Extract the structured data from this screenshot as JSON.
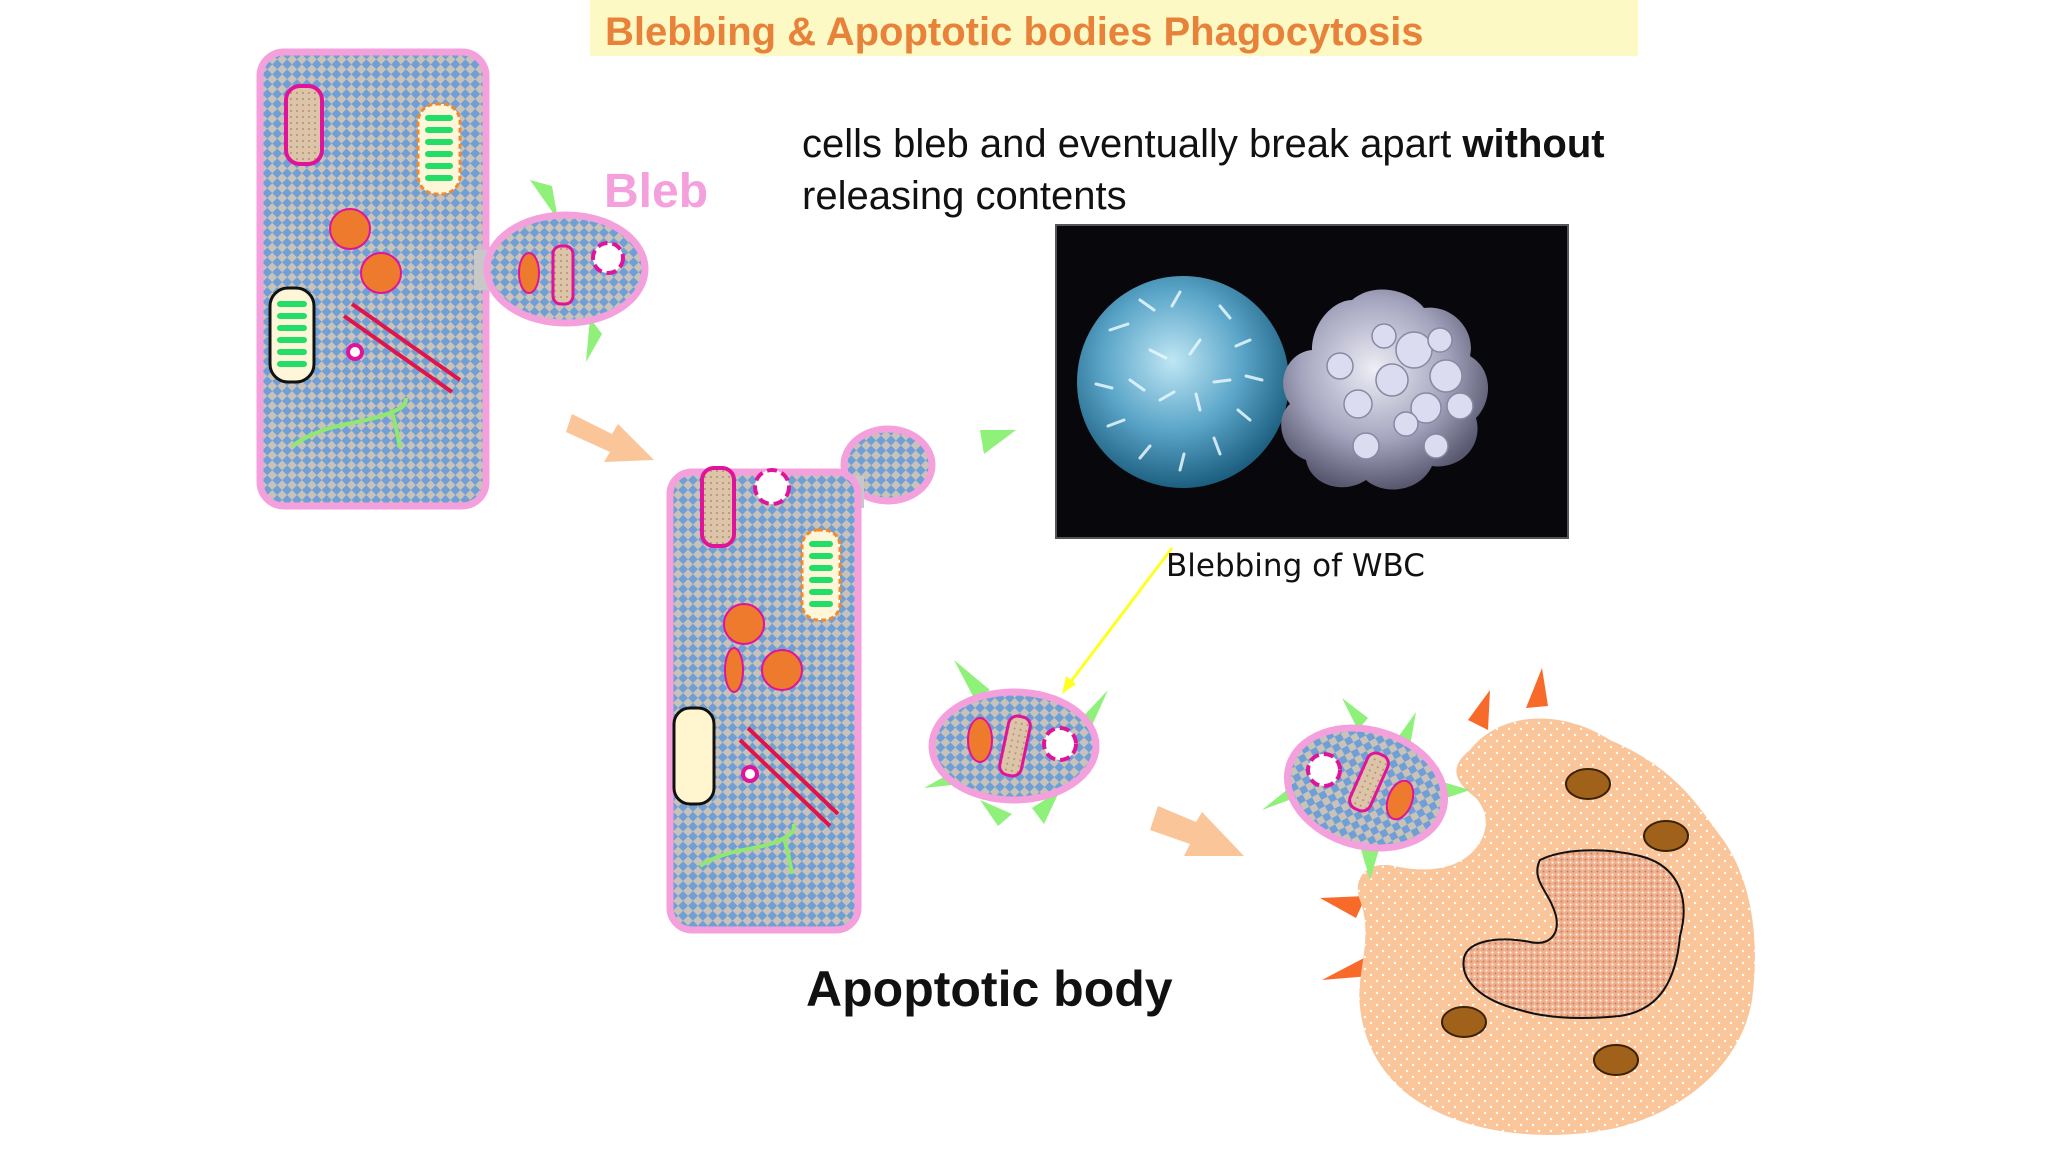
{
  "slide": {
    "title": "Blebbing & Apoptotic bodies Phagocytosis",
    "caption_plain": "cells bleb and eventually break apart ",
    "caption_bold": "without",
    "caption_end": " releasing contents",
    "bleb_label": "Bleb",
    "photo_caption": "Blebbing of WBC",
    "apoptotic_label": "Apoptotic body"
  },
  "colors": {
    "title_orange": "#e8823a",
    "banner_yellow": "#fdf9c4",
    "membrane_pink": "#f4a0dc",
    "cytoplasm_blue": "#6f9fd6",
    "organelle_orange": "#ee7a2e",
    "vesicle_magenta": "#e0149a",
    "mitochondria_green": "#22dd66",
    "phagocyte_peach": "#fbc59a",
    "spike_green": "#8ff07a",
    "spike_orange": "#f86a2a",
    "pointer_yellow": "#ffff22",
    "arrow_peach": "#fbc59a"
  }
}
